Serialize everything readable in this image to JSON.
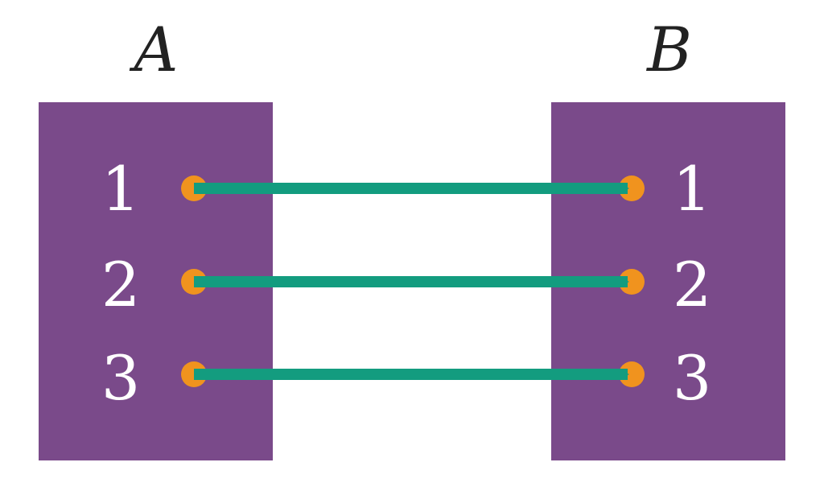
{
  "diagram": {
    "type": "set-mapping",
    "colors": {
      "set_fill": "#7a4a8a",
      "arrow": "#139c7f",
      "dot": "#f0931e",
      "title_text": "#222222",
      "label_text": "#ffffff",
      "background": "#ffffff"
    },
    "set_a": {
      "title": "A",
      "elements": [
        "1",
        "2",
        "3"
      ]
    },
    "set_b": {
      "title": "B",
      "elements": [
        "1",
        "2",
        "3"
      ]
    },
    "mappings": [
      {
        "from": "1",
        "to": "1"
      },
      {
        "from": "2",
        "to": "2"
      },
      {
        "from": "3",
        "to": "3"
      }
    ]
  }
}
